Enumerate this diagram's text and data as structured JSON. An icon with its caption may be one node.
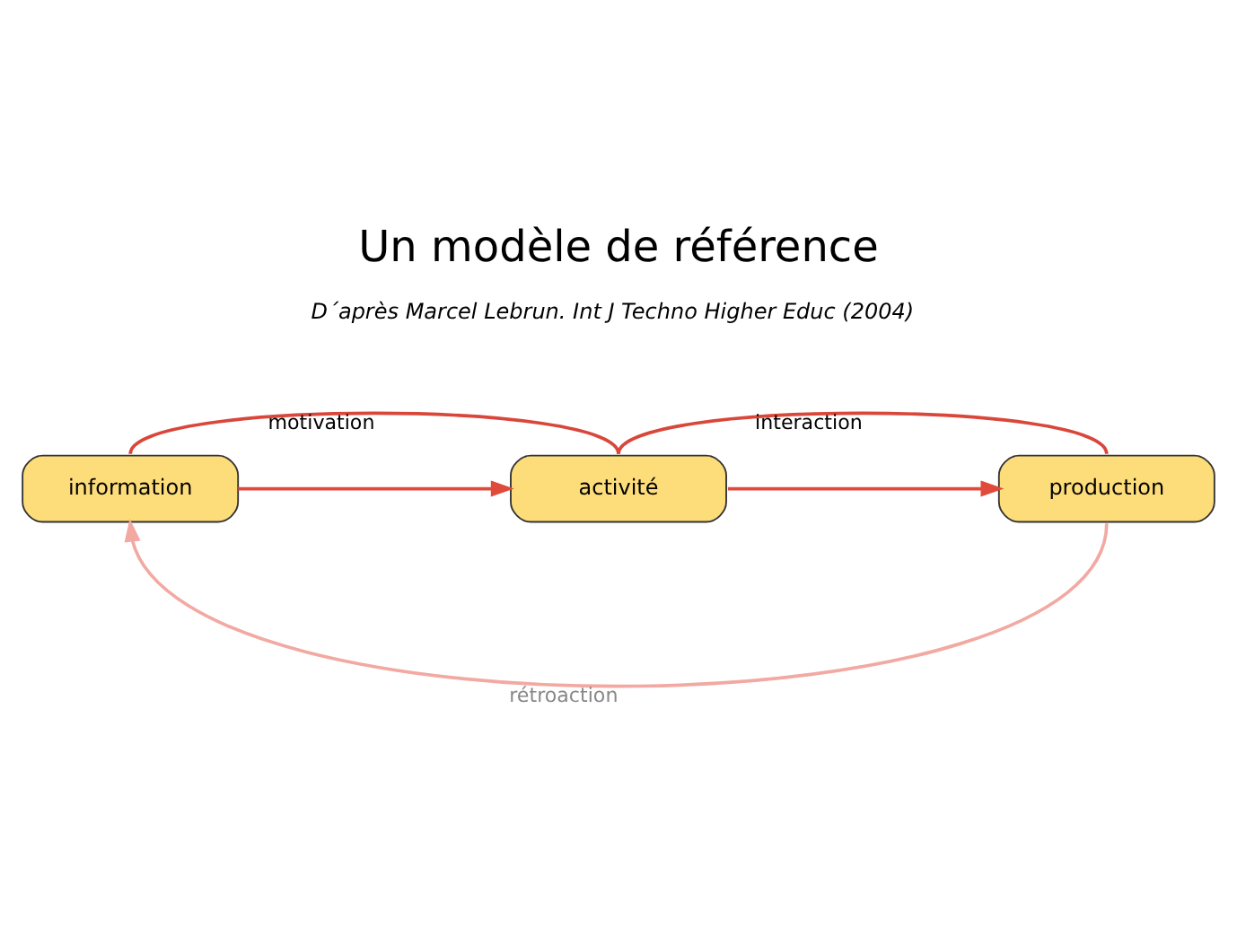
{
  "diagram": {
    "title": "Un modèle de référence",
    "caption": "D´après Marcel Lebrun. Int J Techno Higher Educ (2004)",
    "nodes": [
      {
        "text": [
          "information"
        ]
      },
      {
        "text": [
          "activité"
        ]
      },
      {
        "text": [
          "production"
        ]
      }
    ],
    "edges": [
      {
        "from": 0,
        "to": 1,
        "arrow": "to",
        "color": "#e04a3c"
      },
      {
        "from": 0,
        "to": 1,
        "arrow": "none",
        "label": "motivation",
        "color": "#d9463a"
      },
      {
        "from": 1,
        "to": 2,
        "arrow": "to",
        "color": "#e04a3c"
      },
      {
        "from": 1,
        "to": 2,
        "arrow": "none",
        "label": "interaction",
        "color": "#d9463a"
      },
      {
        "from": 2,
        "to": 0,
        "arrow": "to",
        "label": "rétroaction",
        "color": "#f2a9a2"
      }
    ]
  }
}
